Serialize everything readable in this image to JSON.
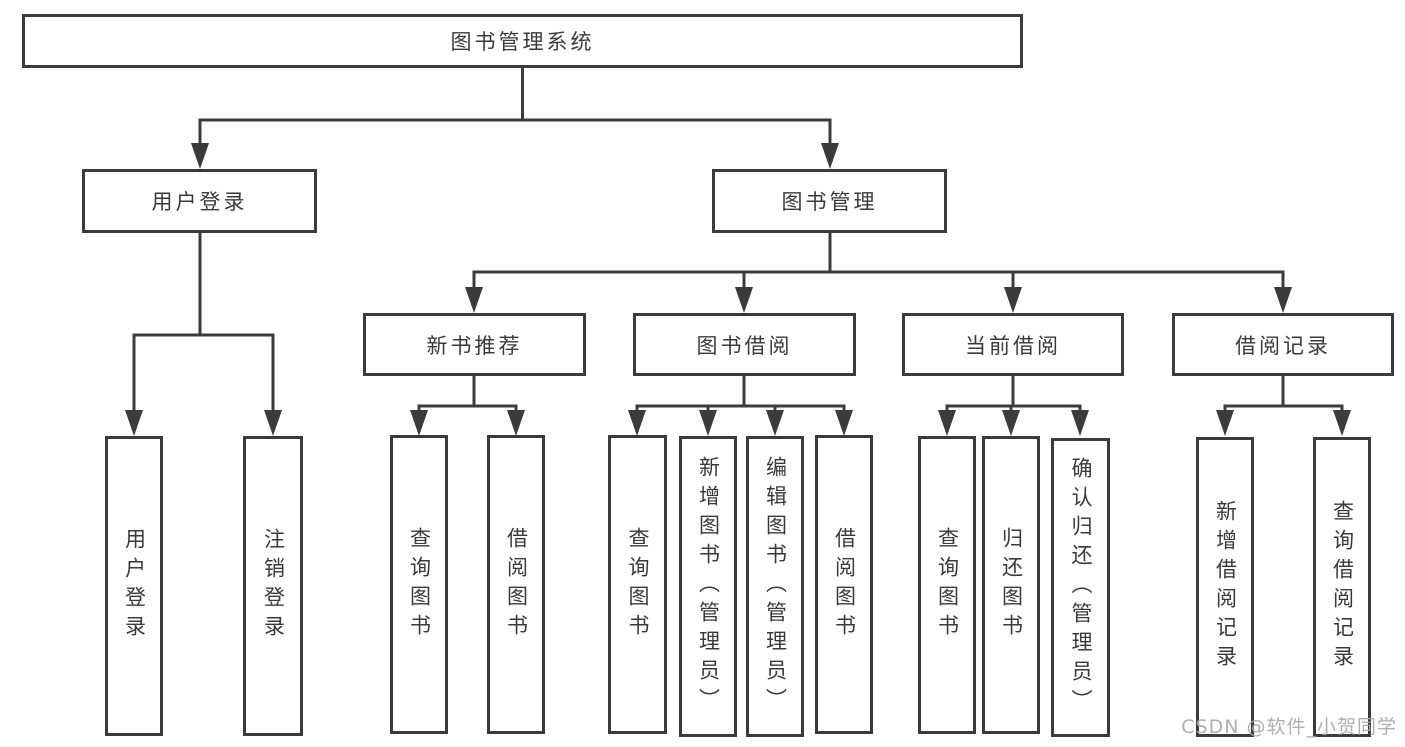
{
  "diagram": {
    "root": {
      "label": "图书管理系统"
    },
    "level2": [
      {
        "label": "用户登录"
      },
      {
        "label": "图书管理"
      }
    ],
    "level3": [
      {
        "label": "新书推荐"
      },
      {
        "label": "图书借阅"
      },
      {
        "label": "当前借阅"
      },
      {
        "label": "借阅记录"
      }
    ],
    "leaves": {
      "user_login": [
        {
          "label": "用户登录"
        },
        {
          "label": "注销登录"
        }
      ],
      "new_book": [
        {
          "label": "查询图书"
        },
        {
          "label": "借阅图书"
        }
      ],
      "book_borrow": [
        {
          "label": "查询图书"
        },
        {
          "label": "新增图书（管理员）"
        },
        {
          "label": "编辑图书（管理员）"
        },
        {
          "label": "借阅图书"
        }
      ],
      "current_borrow": [
        {
          "label": "查询图书"
        },
        {
          "label": "归还图书"
        },
        {
          "label": "确认归还（管理员）"
        }
      ],
      "borrow_record": [
        {
          "label": "新增借阅记录"
        },
        {
          "label": "查询借阅记录"
        }
      ]
    }
  },
  "watermark": {
    "text": "CSDN @软件_小贺同学"
  },
  "colors": {
    "line": "#3b3b3b",
    "box_border": "#3b3b3b",
    "text": "#3a3a3a",
    "watermark": "#a8a8a8",
    "background": "#ffffff"
  }
}
